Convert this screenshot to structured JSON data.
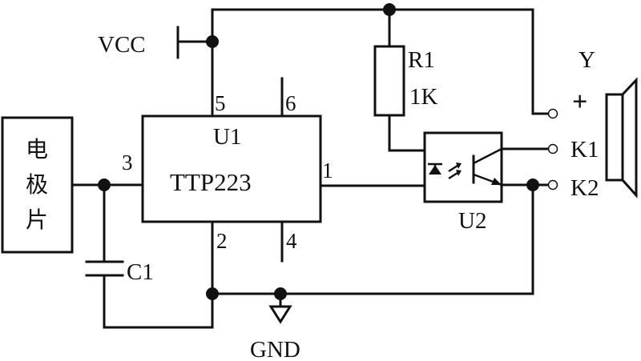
{
  "labels": {
    "vcc": "VCC",
    "gnd": "GND",
    "electrode": [
      "电",
      "极",
      "片"
    ],
    "u1_ref": "U1",
    "u1_part": "TTP223",
    "pin3": "3",
    "pin1": "1",
    "pin5": "5",
    "pin6": "6",
    "pin2": "2",
    "pin4": "4",
    "r1_ref": "R1",
    "r1_value": "1K",
    "c1_ref": "C1",
    "u2_ref": "U2",
    "y": "Y",
    "plus": "+",
    "k1": "K1",
    "k2": "K2"
  }
}
